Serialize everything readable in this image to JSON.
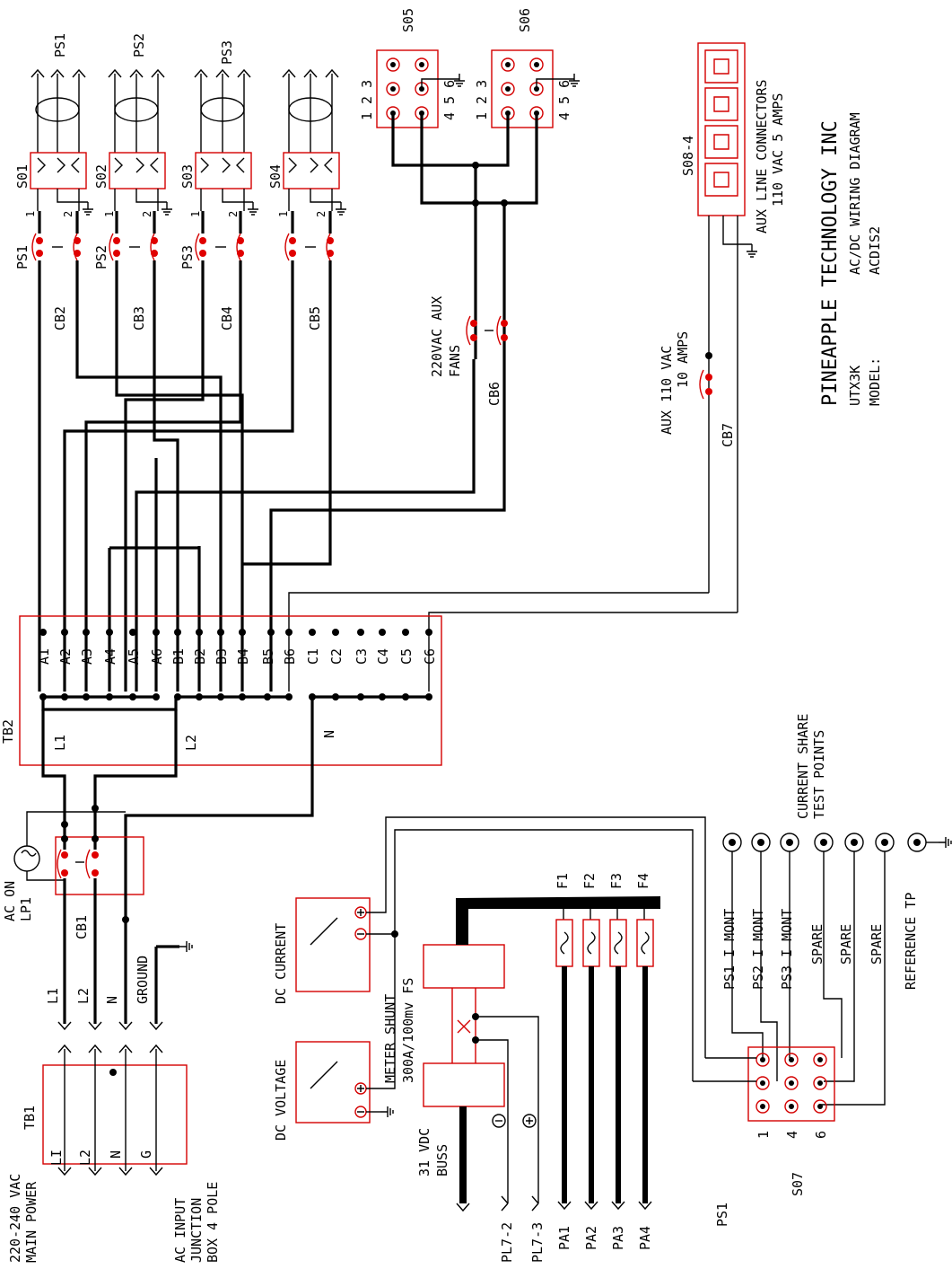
{
  "title": {
    "company": "PINEAPPLE TECHNOLOGY INC",
    "line2a": "UTX3K",
    "line2b": "AC/DC WIRING DIAGRAM",
    "line3a": "MODEL:",
    "line3b": "ACDIS2"
  },
  "ps_outputs": [
    "PS1",
    "PS2",
    "PS3"
  ],
  "sockets_top": [
    "S01",
    "S02",
    "S03",
    "S04"
  ],
  "breakers": {
    "ps1": "PS1",
    "ps2": "PS2",
    "ps3": "PS3",
    "cb2": "CB2",
    "cb3": "CB3",
    "cb4": "CB4",
    "cb5": "CB5",
    "cb6": "CB6",
    "cb7": "CB7",
    "cb1": "CB1",
    "pin1": "1",
    "pin2": "2",
    "symbol": "I"
  },
  "fan_sockets": {
    "s05": "S05",
    "s06": "S06",
    "pins_a": "1 2 3",
    "pins_b": "4 5 6"
  },
  "fans_label": [
    "220VAC AUX",
    "FANS"
  ],
  "aux110": [
    "AUX 110 VAC",
    "10 AMPS"
  ],
  "aux_line": {
    "socket": "S08-4",
    "label": [
      "AUX LINE CONNECTORS",
      "110 VAC 5 AMPS"
    ]
  },
  "tb2": {
    "label": "TB2",
    "terminals": [
      "A1",
      "A2",
      "A3",
      "A4",
      "A5",
      "A6",
      "B1",
      "B2",
      "B3",
      "B4",
      "B5",
      "B6",
      "C1",
      "C2",
      "C3",
      "C4",
      "C5",
      "C6"
    ],
    "bus_l1": "L1",
    "bus_l2": "L2",
    "bus_n": "N"
  },
  "ac_on": [
    "AC ON",
    "LP1"
  ],
  "input_lines": [
    "L1",
    "L2",
    "N",
    "GROUND"
  ],
  "tb1": {
    "label": "TB1",
    "terminals": [
      "LI",
      "L2",
      "N",
      "G"
    ],
    "main_power": [
      "220-240 VAC",
      "MAIN POWER"
    ],
    "junction": [
      "AC INPUT",
      "JUNCTION",
      "BOX 4 POLE"
    ]
  },
  "meters": {
    "dc_current": "DC CURRENT",
    "dc_voltage": "DC VOLTAGE"
  },
  "shunt": [
    "METER SHUNT",
    "300A/100mv FS"
  ],
  "buss": [
    "31 VDC",
    "BUSS"
  ],
  "polarity": {
    "neg": "-",
    "pos": "+"
  },
  "pl_outputs": [
    "PL7-2",
    "PL7-3"
  ],
  "fuses": [
    "F1",
    "F2",
    "F3",
    "F4"
  ],
  "pa_outputs": [
    "PA1",
    "PA2",
    "PA3",
    "PA4"
  ],
  "test_points": {
    "header": [
      "CURRENT SHARE",
      "TEST POINTS"
    ],
    "labels": [
      "PS1 I MONT",
      "PS2 I MONT",
      "PS3 I MONT",
      "SPARE",
      "SPARE",
      "SPARE"
    ],
    "reference": "REFERENCE TP"
  },
  "s07": {
    "label": "S07",
    "ps": "PS1",
    "pin_labels": [
      "1",
      "4",
      "6"
    ]
  }
}
